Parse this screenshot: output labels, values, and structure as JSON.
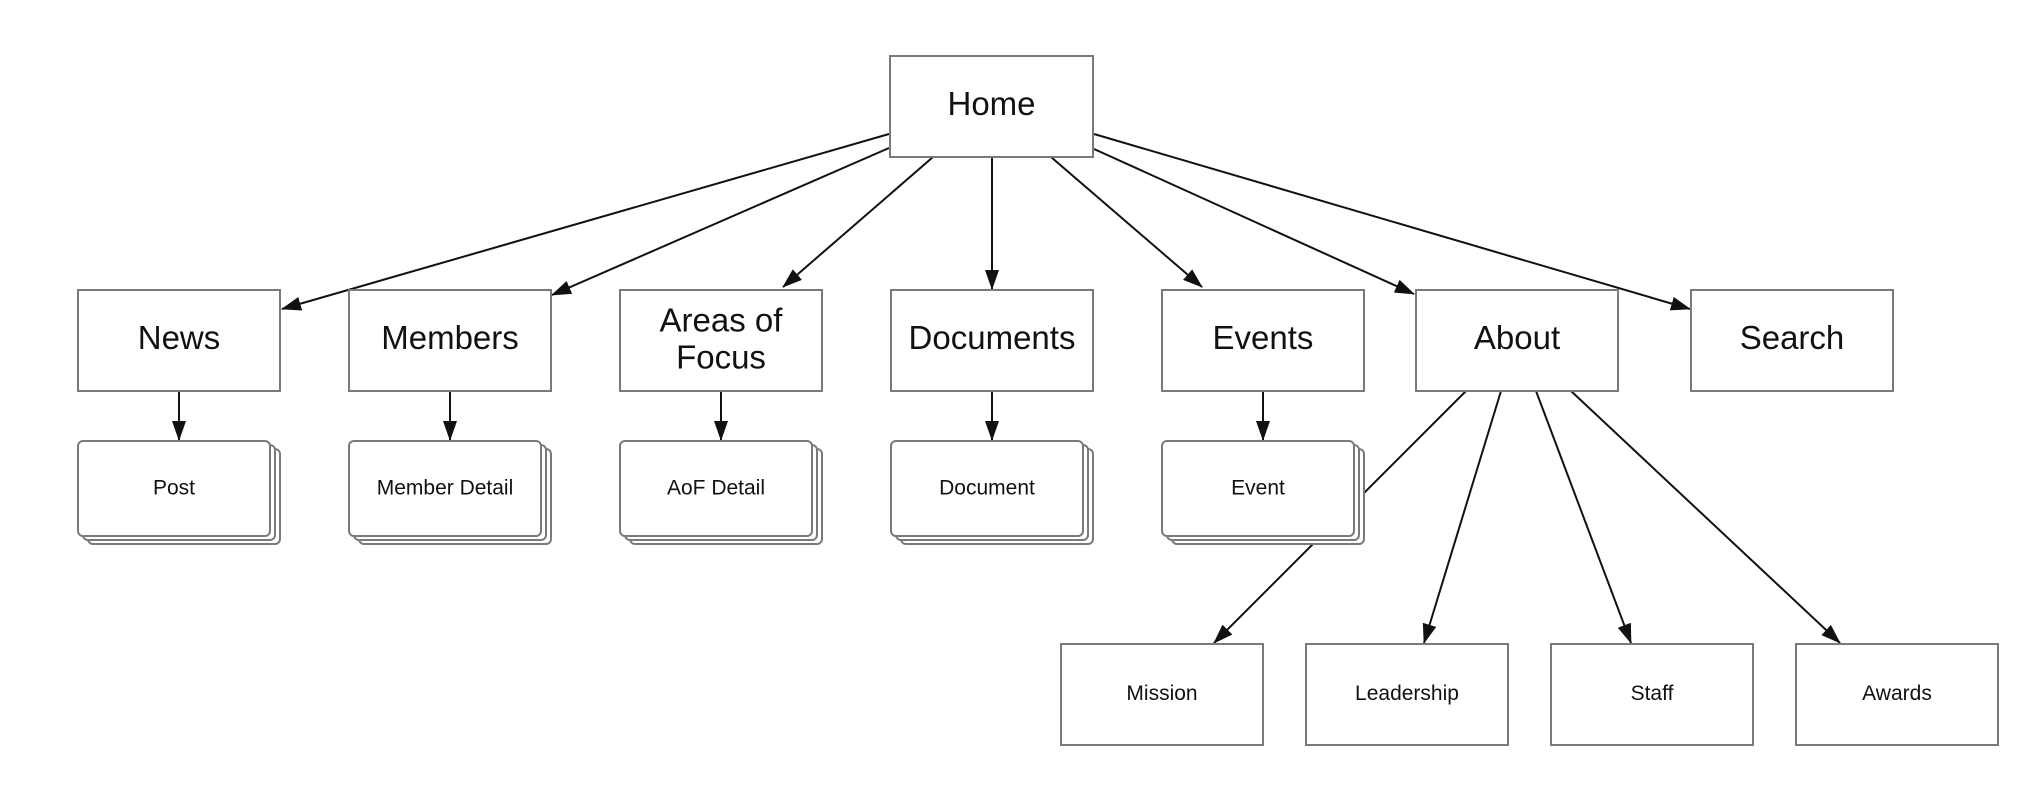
{
  "nodes": {
    "home": "Home",
    "news": "News",
    "members": "Members",
    "areas_line1": "Areas of",
    "areas_line2": "Focus",
    "documents": "Documents",
    "events": "Events",
    "about": "About",
    "search": "Search",
    "post": "Post",
    "member_detail": "Member Detail",
    "aof_detail": "AoF Detail",
    "document": "Document",
    "event": "Event",
    "mission": "Mission",
    "leadership": "Leadership",
    "staff": "Staff",
    "awards": "Awards"
  },
  "edges": [
    [
      "home",
      "news"
    ],
    [
      "home",
      "members"
    ],
    [
      "home",
      "areas"
    ],
    [
      "home",
      "documents"
    ],
    [
      "home",
      "events"
    ],
    [
      "home",
      "about"
    ],
    [
      "home",
      "search"
    ],
    [
      "news",
      "post"
    ],
    [
      "members",
      "member_detail"
    ],
    [
      "areas",
      "aof_detail"
    ],
    [
      "documents",
      "document"
    ],
    [
      "events",
      "event"
    ],
    [
      "about",
      "mission"
    ],
    [
      "about",
      "leadership"
    ],
    [
      "about",
      "staff"
    ],
    [
      "about",
      "awards"
    ]
  ],
  "colors": {
    "box_stroke": "#7a7a7a",
    "edge": "#111111",
    "background": "#ffffff"
  }
}
